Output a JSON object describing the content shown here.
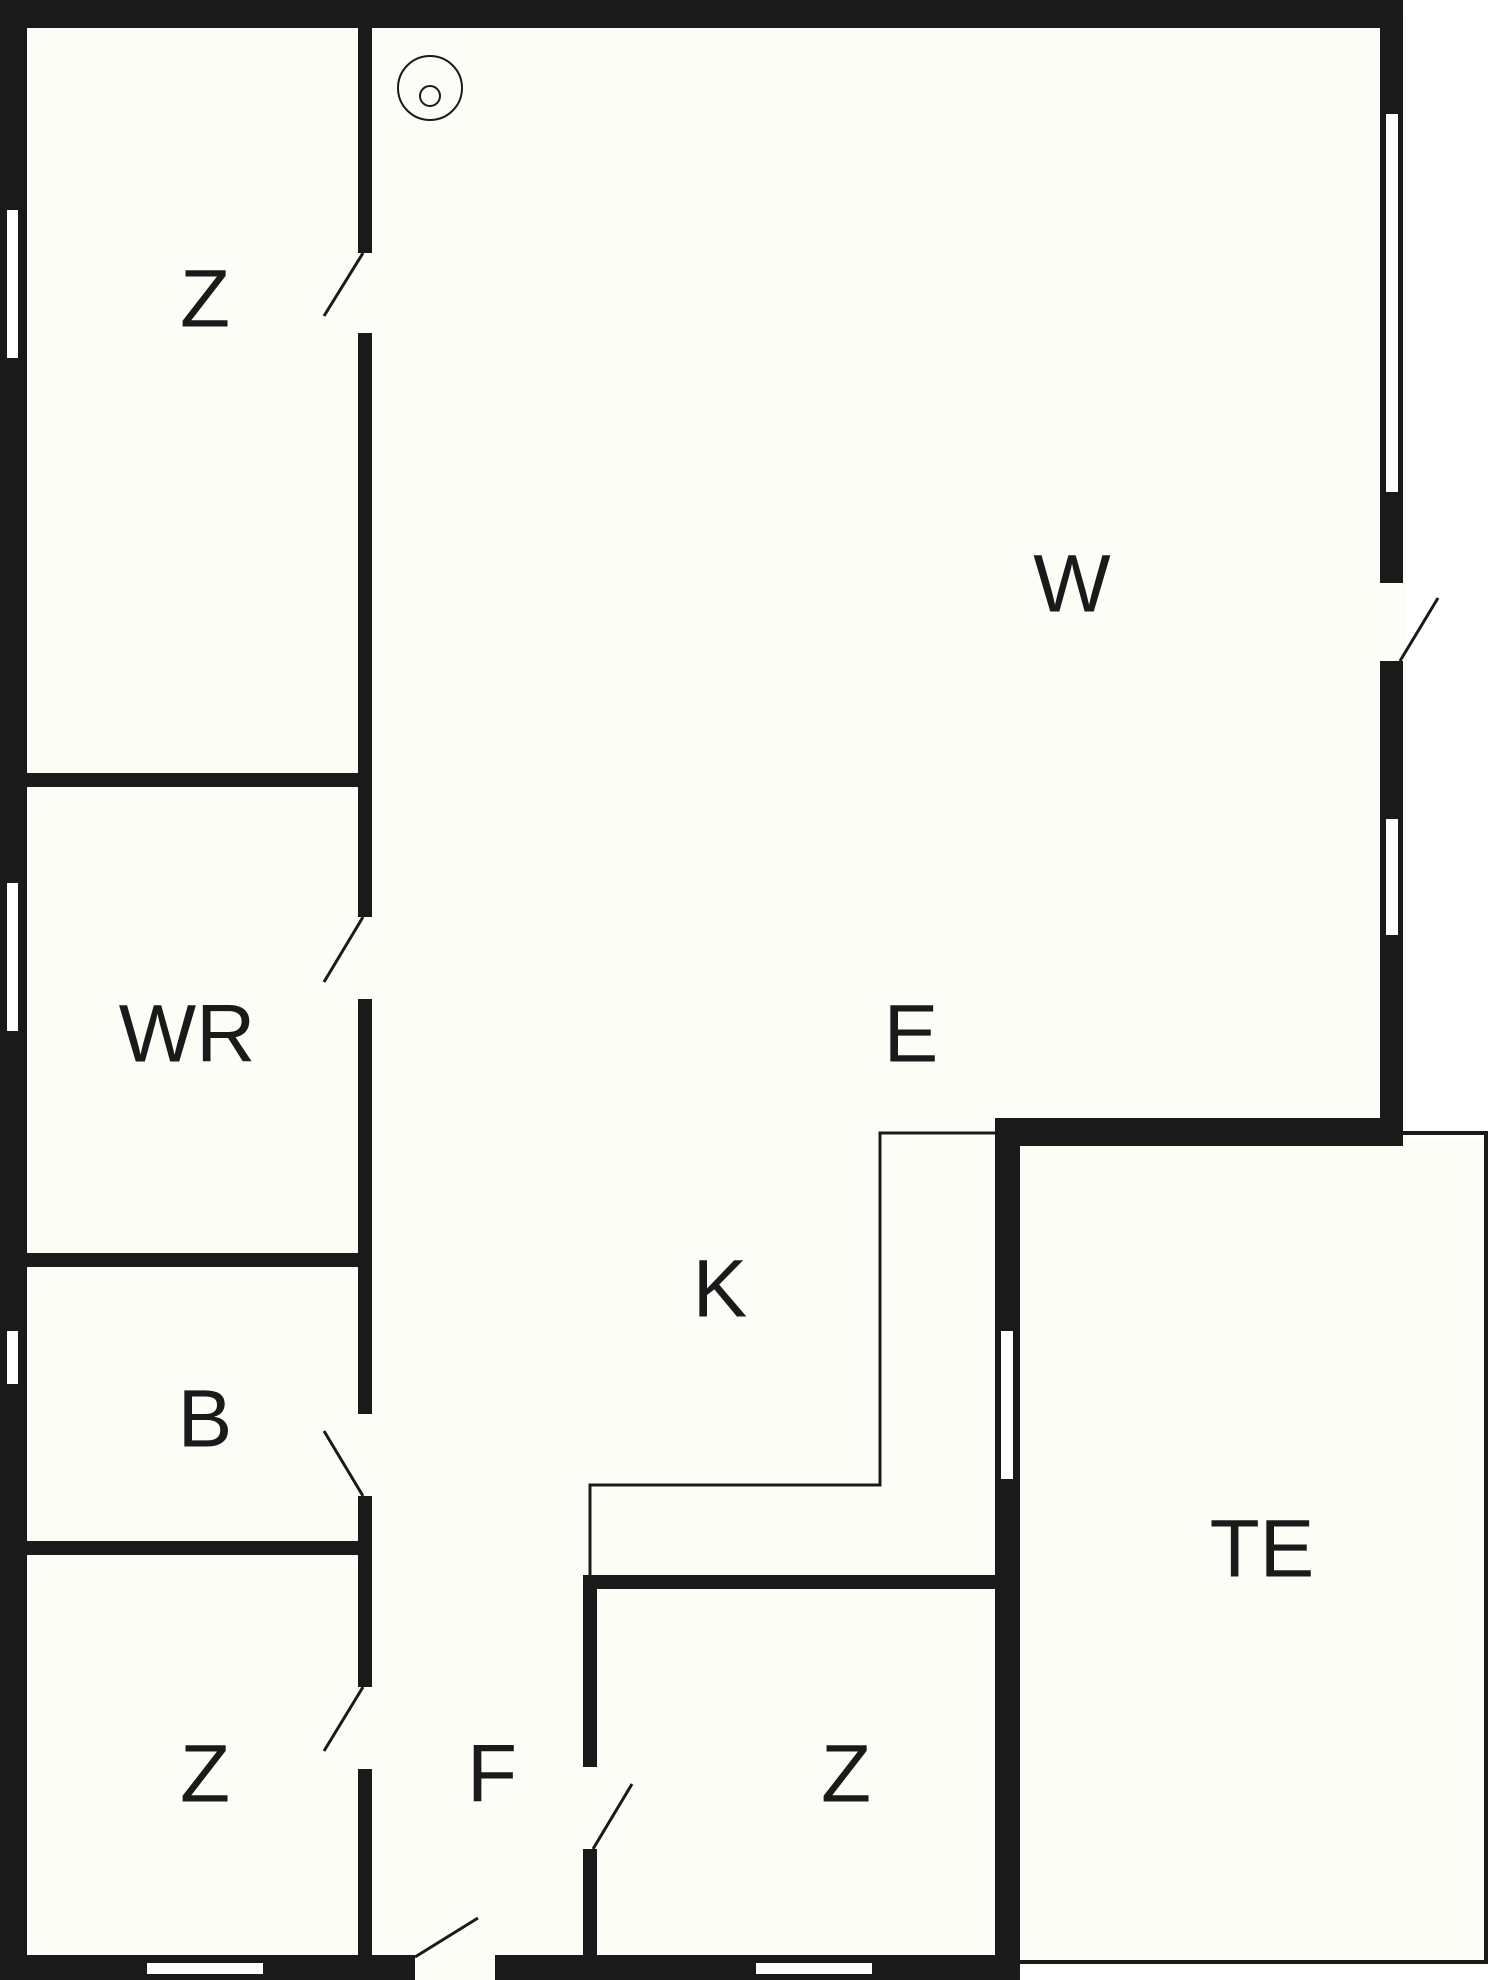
{
  "colors": {
    "floor": "#fdfdf8",
    "wall": "#1a1a1a",
    "opening": "#ffffff"
  },
  "rooms": [
    {
      "id": "bedroom-top-left",
      "label": "Z"
    },
    {
      "id": "living",
      "label": "W"
    },
    {
      "id": "laundry",
      "label": "WR"
    },
    {
      "id": "dining",
      "label": "E"
    },
    {
      "id": "kitchen",
      "label": "K"
    },
    {
      "id": "bath",
      "label": "B"
    },
    {
      "id": "terrace",
      "label": "TE"
    },
    {
      "id": "bedroom-bottom-left",
      "label": "Z"
    },
    {
      "id": "hall",
      "label": "F"
    },
    {
      "id": "bedroom-bottom-middle",
      "label": "Z"
    }
  ],
  "symbols": [
    {
      "name": "chimney-symbol",
      "icon": "concentric-circles"
    }
  ]
}
